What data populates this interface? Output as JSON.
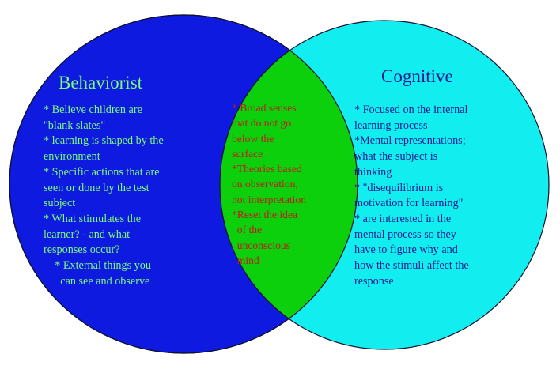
{
  "colors": {
    "left_circle": "#0E1AE0",
    "right_circle": "#12EEF0",
    "overlap": "#0CD00C",
    "outline": "#101030",
    "left_text": "#7CFC7C",
    "middle_text": "#C6161B",
    "right_text": "#1A1A8C"
  },
  "left": {
    "title": "Behaviorist",
    "lines": [
      "* Believe children are",
      "\"blank slates\"",
      "* learning is shaped by the",
      "environment",
      "* Specific actions that are",
      "seen or done by the test",
      "subject",
      "* What stimulates the",
      "learner? - and what",
      "responses occur?",
      "    * External things you",
      "      can see and observe"
    ]
  },
  "middle": {
    "lines": [
      "* Broad senses",
      "that do not go",
      "below the",
      "surface",
      "*Theories based",
      "on observation,",
      "not interpretation",
      "*Reset the idea",
      "  of the",
      "  unconscious",
      "  mind"
    ]
  },
  "right": {
    "title": "Cognitive",
    "lines": [
      "* Focused on the internal",
      "learning process",
      "*Mental representations;",
      "what the subject is",
      "thinking",
      "* \"disequilibrium is",
      "motivation for learning\"",
      "* are interested in the",
      "mental process so they",
      "have to figure why and",
      "how the stimuli affect the",
      "response"
    ]
  }
}
